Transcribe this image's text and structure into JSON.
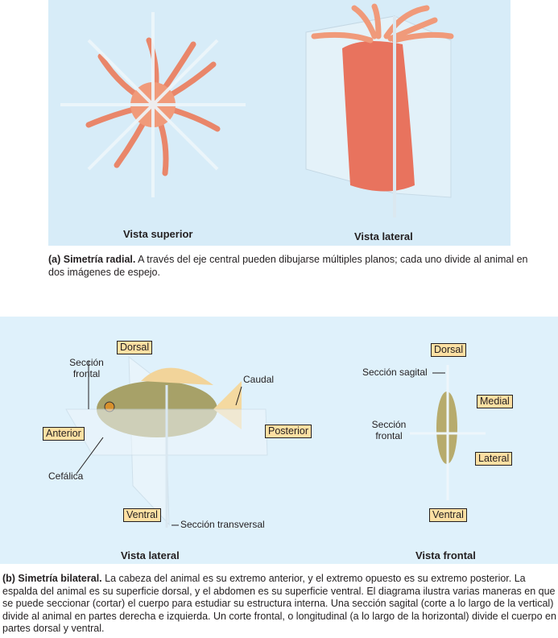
{
  "radial": {
    "view_top": "Vista superior",
    "view_side": "Vista lateral",
    "caption_title": "(a) Simetría radial.",
    "caption_text": " A través del eje central pueden dibujarse múltiples planos; cada uno divide al animal en dos imágenes de espejo."
  },
  "bilateral": {
    "lateral_view": {
      "title": "Vista lateral",
      "dorsal": "Dorsal",
      "ventral": "Ventral",
      "anterior": "Anterior",
      "posterior": "Posterior",
      "seccion_frontal": "Sección frontal",
      "caudal": "Caudal",
      "cefalica": "Cefálica",
      "seccion_transversal": "Sección transversal"
    },
    "frontal_view": {
      "title": "Vista frontal",
      "dorsal": "Dorsal",
      "ventral": "Ventral",
      "medial": "Medial",
      "lateral": "Lateral",
      "seccion_sagital": "Sección sagital",
      "seccion_frontal": "Sección frontal"
    },
    "caption_title": "(b) Simetría bilateral.",
    "caption_text": " La cabeza del animal es su extremo anterior, y el extremo opuesto es su extremo posterior. La espalda del animal es su superficie dorsal, y el abdomen es su superficie ventral. El diagrama ilustra varias maneras en que se puede seccionar (cortar) el cuerpo para estudiar su estructura interna. Una sección sagital (corte a lo largo de la vertical) divide al animal en partes derecha e izquierda. Un corte frontal, o longitudinal (a lo largo de la horizontal) divide el cuerpo en partes dorsal y ventral."
  }
}
